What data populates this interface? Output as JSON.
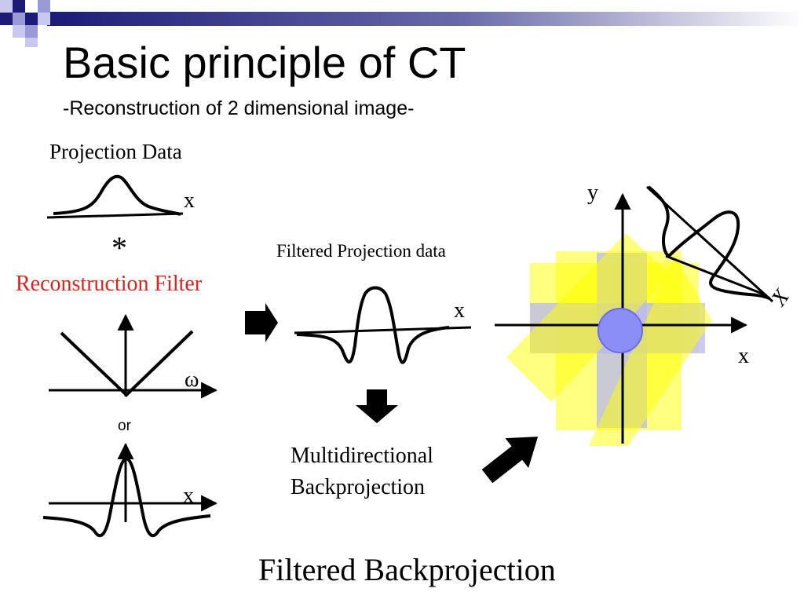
{
  "slide": {
    "title": "Basic principle of CT",
    "subtitle": "-Reconstruction of 2 dimensional image-",
    "projection_data_label": "Projection Data",
    "convolution_symbol": "*",
    "reconstruction_filter_label": "Reconstruction Filter",
    "filtered_projection_label": "Filtered Projection data",
    "or_label": "or",
    "backprojection_label": "Multidirectional Backprojection",
    "bottom_title": "Filtered Backprojection",
    "axis_labels": {
      "projection_x": "x",
      "filter_omega": "ω",
      "filter_kernel_x": "x",
      "filtered_x": "x",
      "bp_x": "x",
      "bp_y": "y",
      "rotated_axis": "X"
    }
  },
  "colors": {
    "title_text": "#000000",
    "filter_label_red": "#e0201b",
    "yellow_band": "#ffff00",
    "lavender_band": "#b8b8f0",
    "circle_fill": "#8a8ef5",
    "logo_navy": "#1b1b78"
  },
  "icons": [
    "right-arrow-icon",
    "down-arrow-icon",
    "diagonal-arrow-icon",
    "corner-logo-icon"
  ]
}
